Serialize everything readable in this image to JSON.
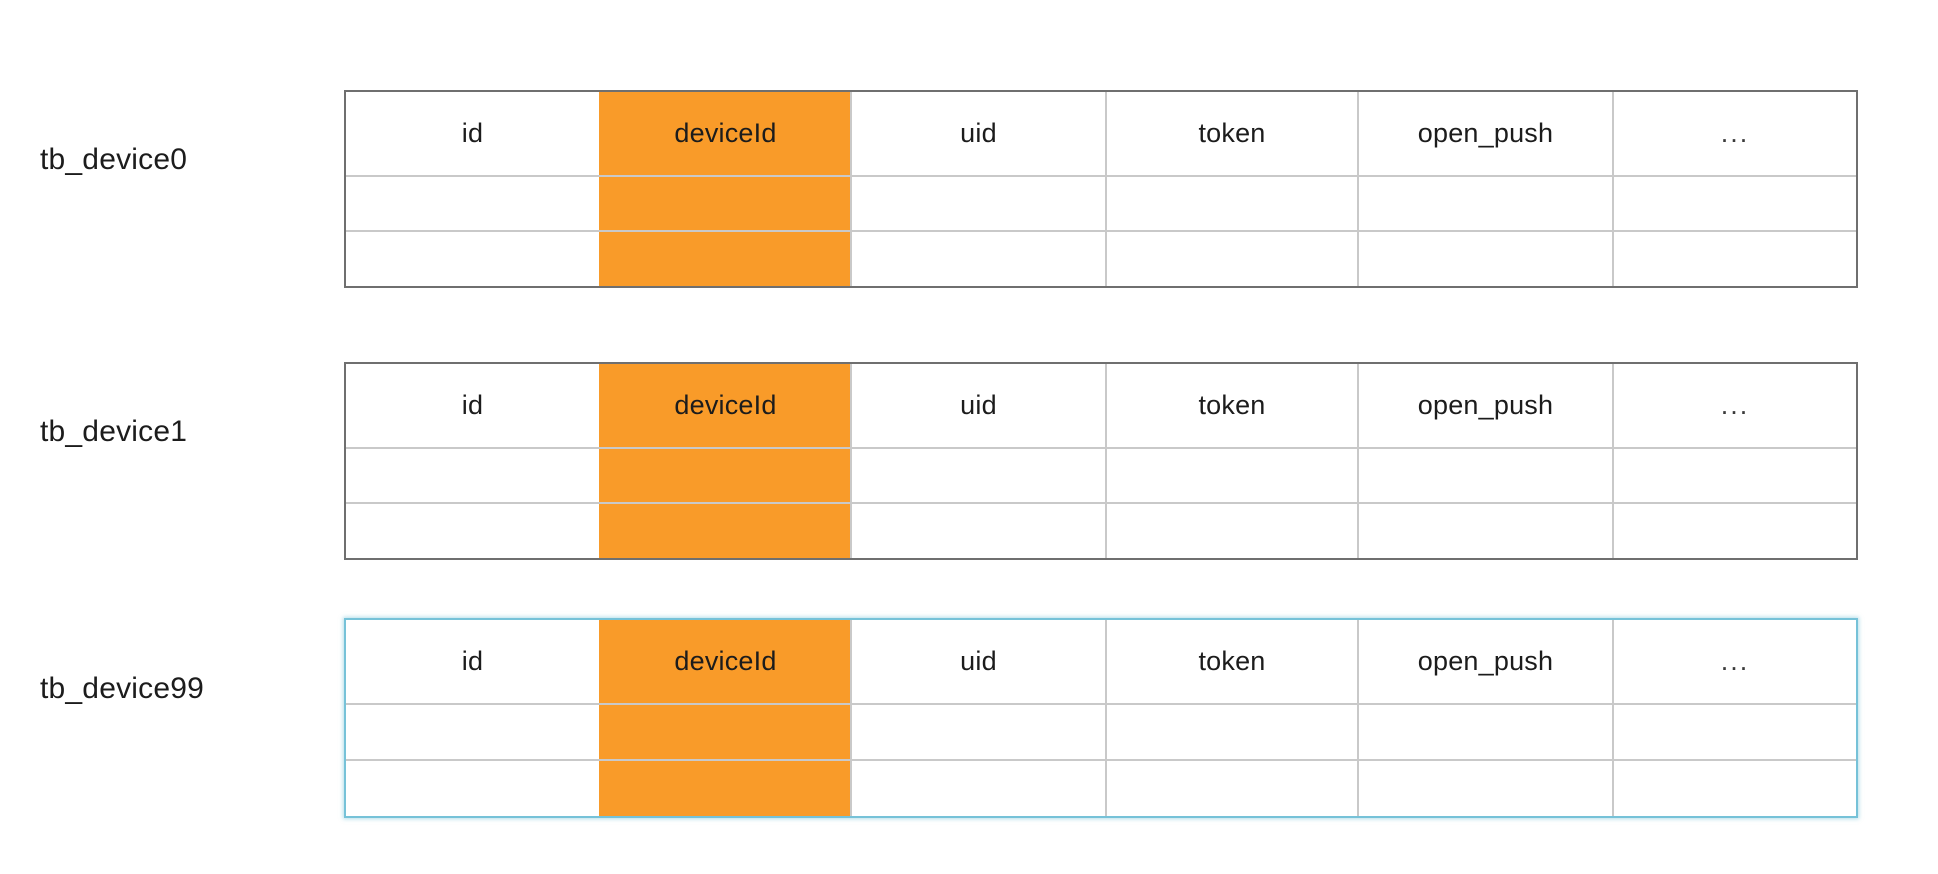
{
  "diagram": {
    "type": "sharded-table-layout",
    "accent_color": "#f99b29",
    "highlight_border_color": "#76c2d8",
    "border_color": "#6f6f6f",
    "grid_line_color": "#c9c9c9",
    "background_color": "#ffffff",
    "text_color": "#1c1c1c",
    "columns": [
      "id",
      "deviceId",
      "uid",
      "token",
      "open_push",
      "..."
    ],
    "accent_column": "deviceId",
    "accent_column_index": 1,
    "row_count": 3,
    "header_row_index": 0,
    "tables": [
      {
        "label": "tb_device0",
        "highlighted": false,
        "columns": [
          "id",
          "deviceId",
          "uid",
          "token",
          "open_push",
          "..."
        ],
        "rows": [
          [
            "id",
            "deviceId",
            "uid",
            "token",
            "open_push",
            "..."
          ],
          [
            "",
            "",
            "",
            "",
            "",
            ""
          ],
          [
            "",
            "",
            "",
            "",
            "",
            ""
          ]
        ]
      },
      {
        "label": "tb_device1",
        "highlighted": false,
        "columns": [
          "id",
          "deviceId",
          "uid",
          "token",
          "open_push",
          "..."
        ],
        "rows": [
          [
            "id",
            "deviceId",
            "uid",
            "token",
            "open_push",
            "..."
          ],
          [
            "",
            "",
            "",
            "",
            "",
            ""
          ],
          [
            "",
            "",
            "",
            "",
            "",
            ""
          ]
        ]
      },
      {
        "label": "tb_device99",
        "highlighted": true,
        "columns": [
          "id",
          "deviceId",
          "uid",
          "token",
          "open_push",
          "..."
        ],
        "rows": [
          [
            "id",
            "deviceId",
            "uid",
            "token",
            "open_push",
            "..."
          ],
          [
            "",
            "",
            "",
            "",
            "",
            ""
          ],
          [
            "",
            "",
            "",
            "",
            "",
            ""
          ]
        ]
      }
    ]
  }
}
